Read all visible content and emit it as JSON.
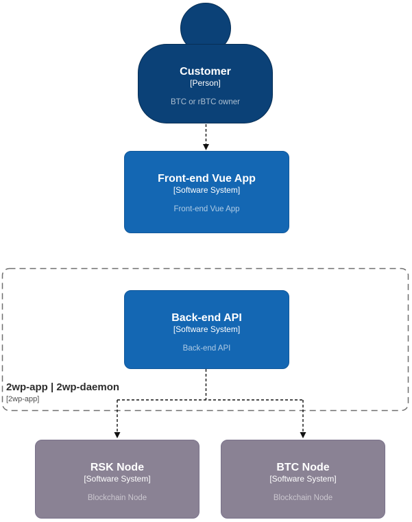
{
  "diagram": {
    "person": {
      "title": "Customer",
      "type": "[Person]",
      "description": "BTC or rBTC owner"
    },
    "frontend": {
      "title": "Front-end Vue App",
      "type": "[Software System]",
      "description": "Front-end Vue App"
    },
    "boundary": {
      "title": "2wp-app | 2wp-daemon",
      "subtitle": "[2wp-app]"
    },
    "backend": {
      "title": "Back-end API",
      "type": "[Software System]",
      "description": "Back-end API"
    },
    "rsk": {
      "title": "RSK Node",
      "type": "[Software System]",
      "description": "Blockchain Node"
    },
    "btc": {
      "title": "BTC Node",
      "type": "[Software System]",
      "description": "Blockchain Node"
    },
    "colors": {
      "person_fill": "#0b4177",
      "system_fill": "#1467b3",
      "external_system_fill": "#8a8294",
      "connector": "#111111",
      "boundary_border": "#6e6e6e"
    }
  }
}
